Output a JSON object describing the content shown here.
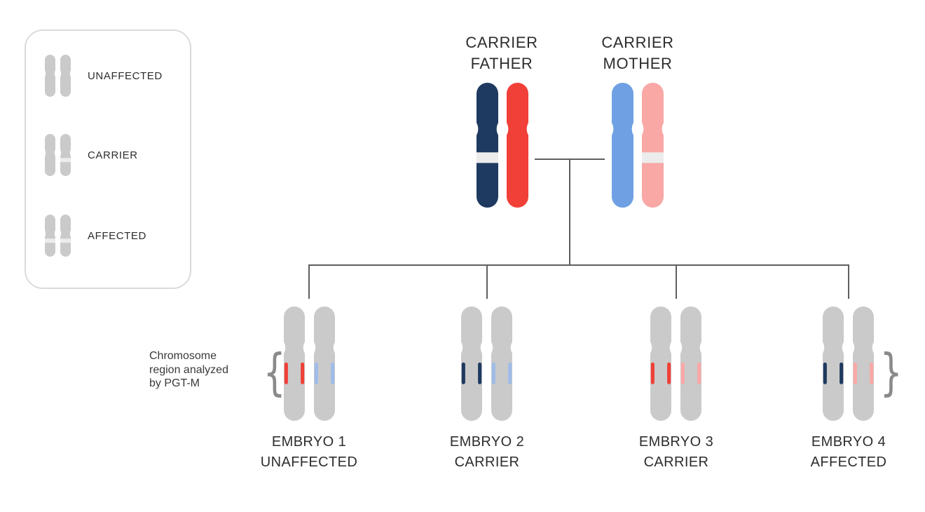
{
  "colors": {
    "father_mutant": "#1F3A60",
    "father_normal": "#F04038",
    "mother_normal": "#6FA0E3",
    "mother_mutant": "#F9A8A6",
    "chromosome_gray": "#CACACA",
    "band_light": "#ECECEC",
    "line_gray": "#5F5F5F",
    "text_dark": "#2D2D2D",
    "brace_gray": "#8A8A8A",
    "legend_border": "#DBDBDB"
  },
  "legend": {
    "items": [
      {
        "label": "UNAFFECTED",
        "pattern": "none"
      },
      {
        "label": "CARRIER",
        "pattern": "one-banded"
      },
      {
        "label": "AFFECTED",
        "pattern": "both-banded"
      }
    ]
  },
  "parents": [
    {
      "id": "father",
      "label": [
        "CARRIER",
        "FATHER"
      ]
    },
    {
      "id": "mother",
      "label": [
        "CARRIER",
        "MOTHER"
      ]
    }
  ],
  "annotation": {
    "lines": [
      "Chromosome",
      "region analyzed",
      "by PGT-M"
    ],
    "brace_open": "{",
    "brace_close": "}"
  },
  "embryos": [
    {
      "name": "EMBRYO 1",
      "status": "UNAFFECTED",
      "left_tick_color": "#F04038",
      "right_tick_color": "#9FBCE9"
    },
    {
      "name": "EMBRYO 2",
      "status": "CARRIER",
      "left_tick_color": "#1F3A60",
      "right_tick_color": "#9FBCE9"
    },
    {
      "name": "EMBRYO 3",
      "status": "CARRIER",
      "left_tick_color": "#F04038",
      "right_tick_color": "#F9A8A6"
    },
    {
      "name": "EMBRYO 4",
      "status": "AFFECTED",
      "left_tick_color": "#1F3A60",
      "right_tick_color": "#F9A8A6"
    }
  ]
}
